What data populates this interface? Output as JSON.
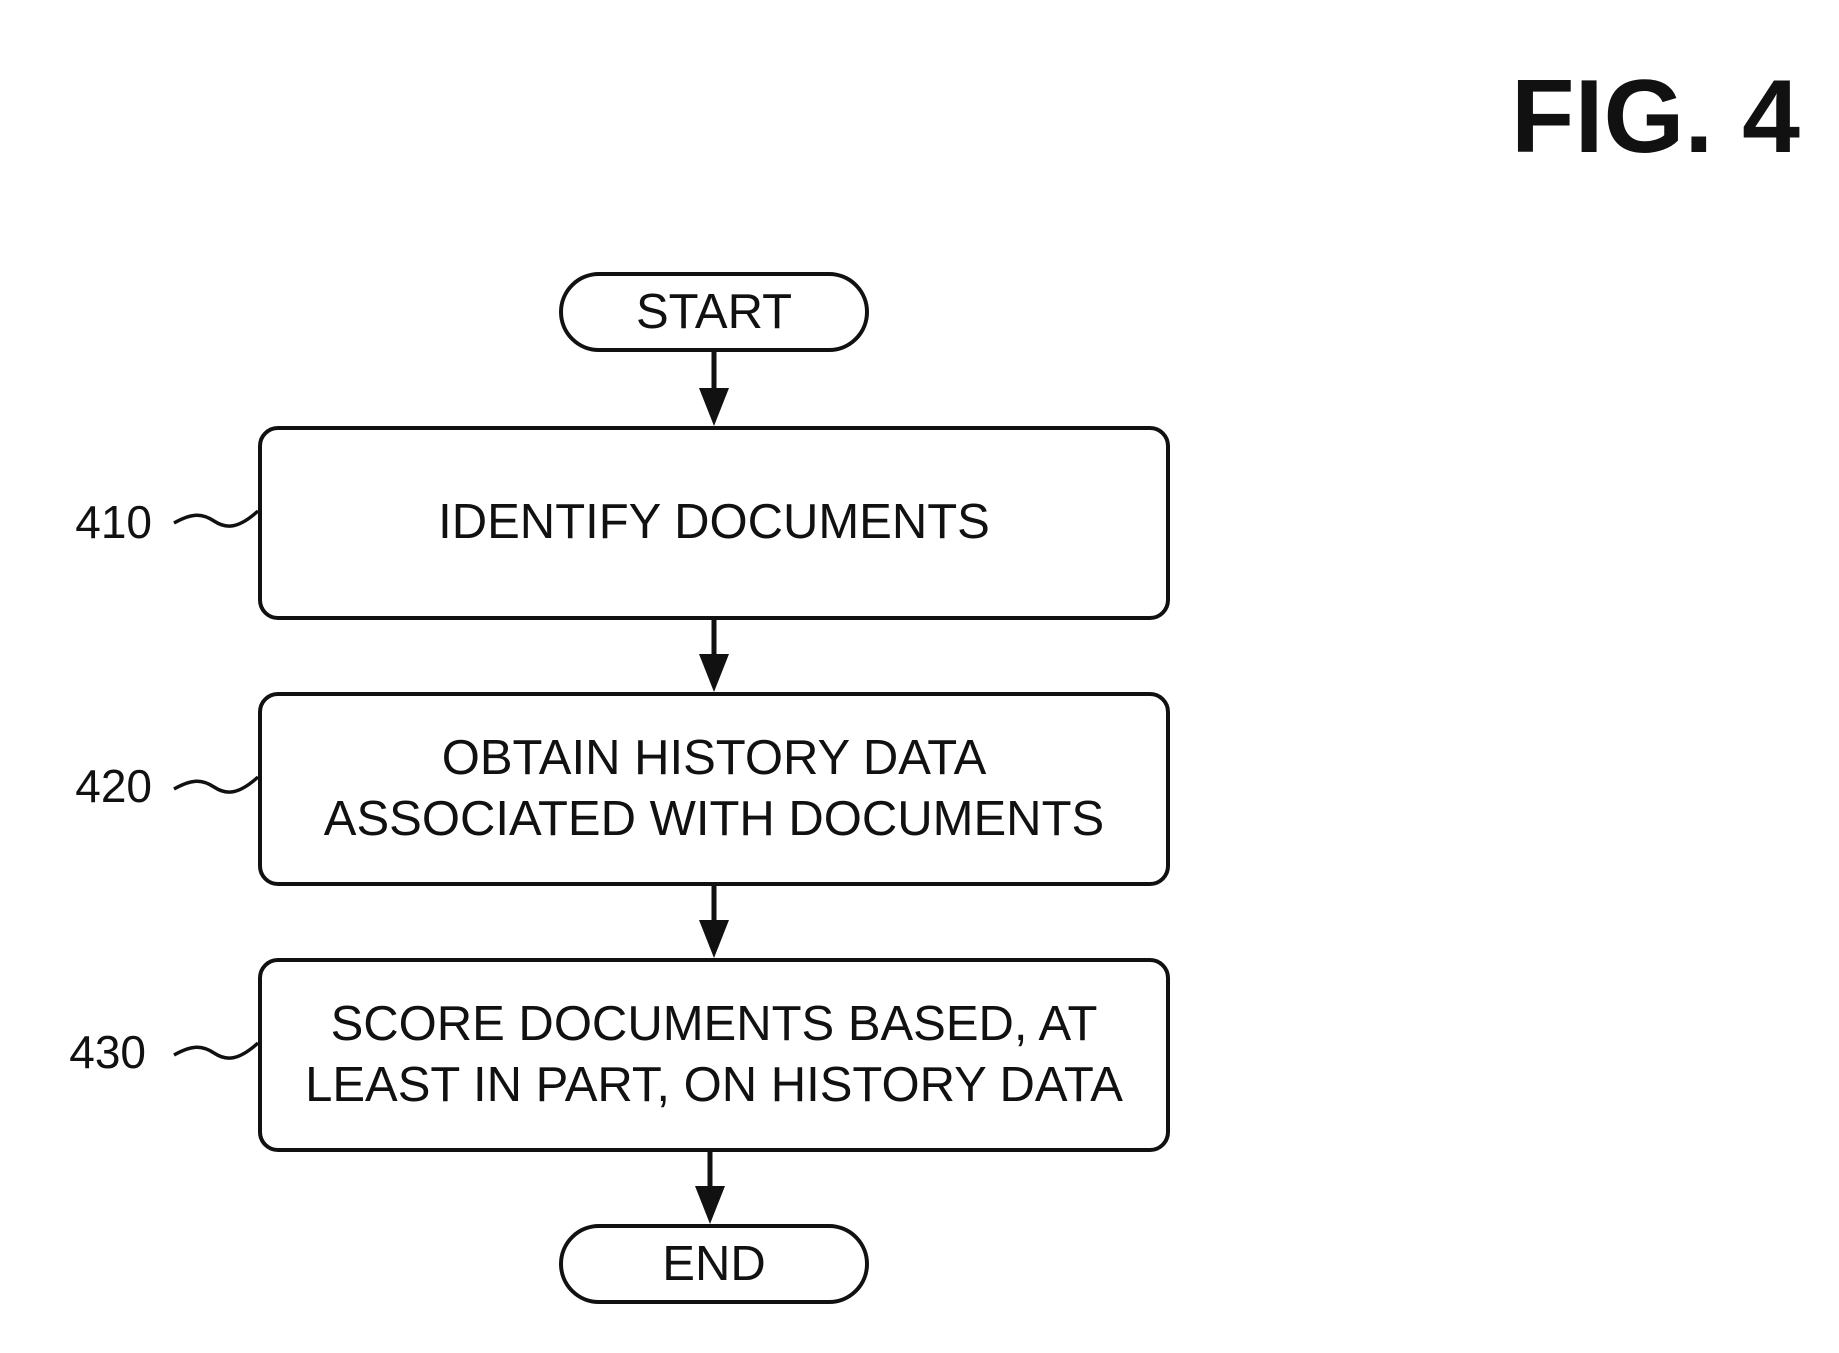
{
  "figure": {
    "label": "FIG. 4"
  },
  "flowchart": {
    "start": "START",
    "end": "END",
    "steps": [
      {
        "ref": "410",
        "lines": [
          "IDENTIFY DOCUMENTS"
        ]
      },
      {
        "ref": "420",
        "lines": [
          "OBTAIN HISTORY DATA",
          "ASSOCIATED WITH DOCUMENTS"
        ]
      },
      {
        "ref": "430",
        "lines": [
          "SCORE DOCUMENTS BASED, AT",
          "LEAST IN PART, ON HISTORY DATA"
        ]
      }
    ]
  }
}
